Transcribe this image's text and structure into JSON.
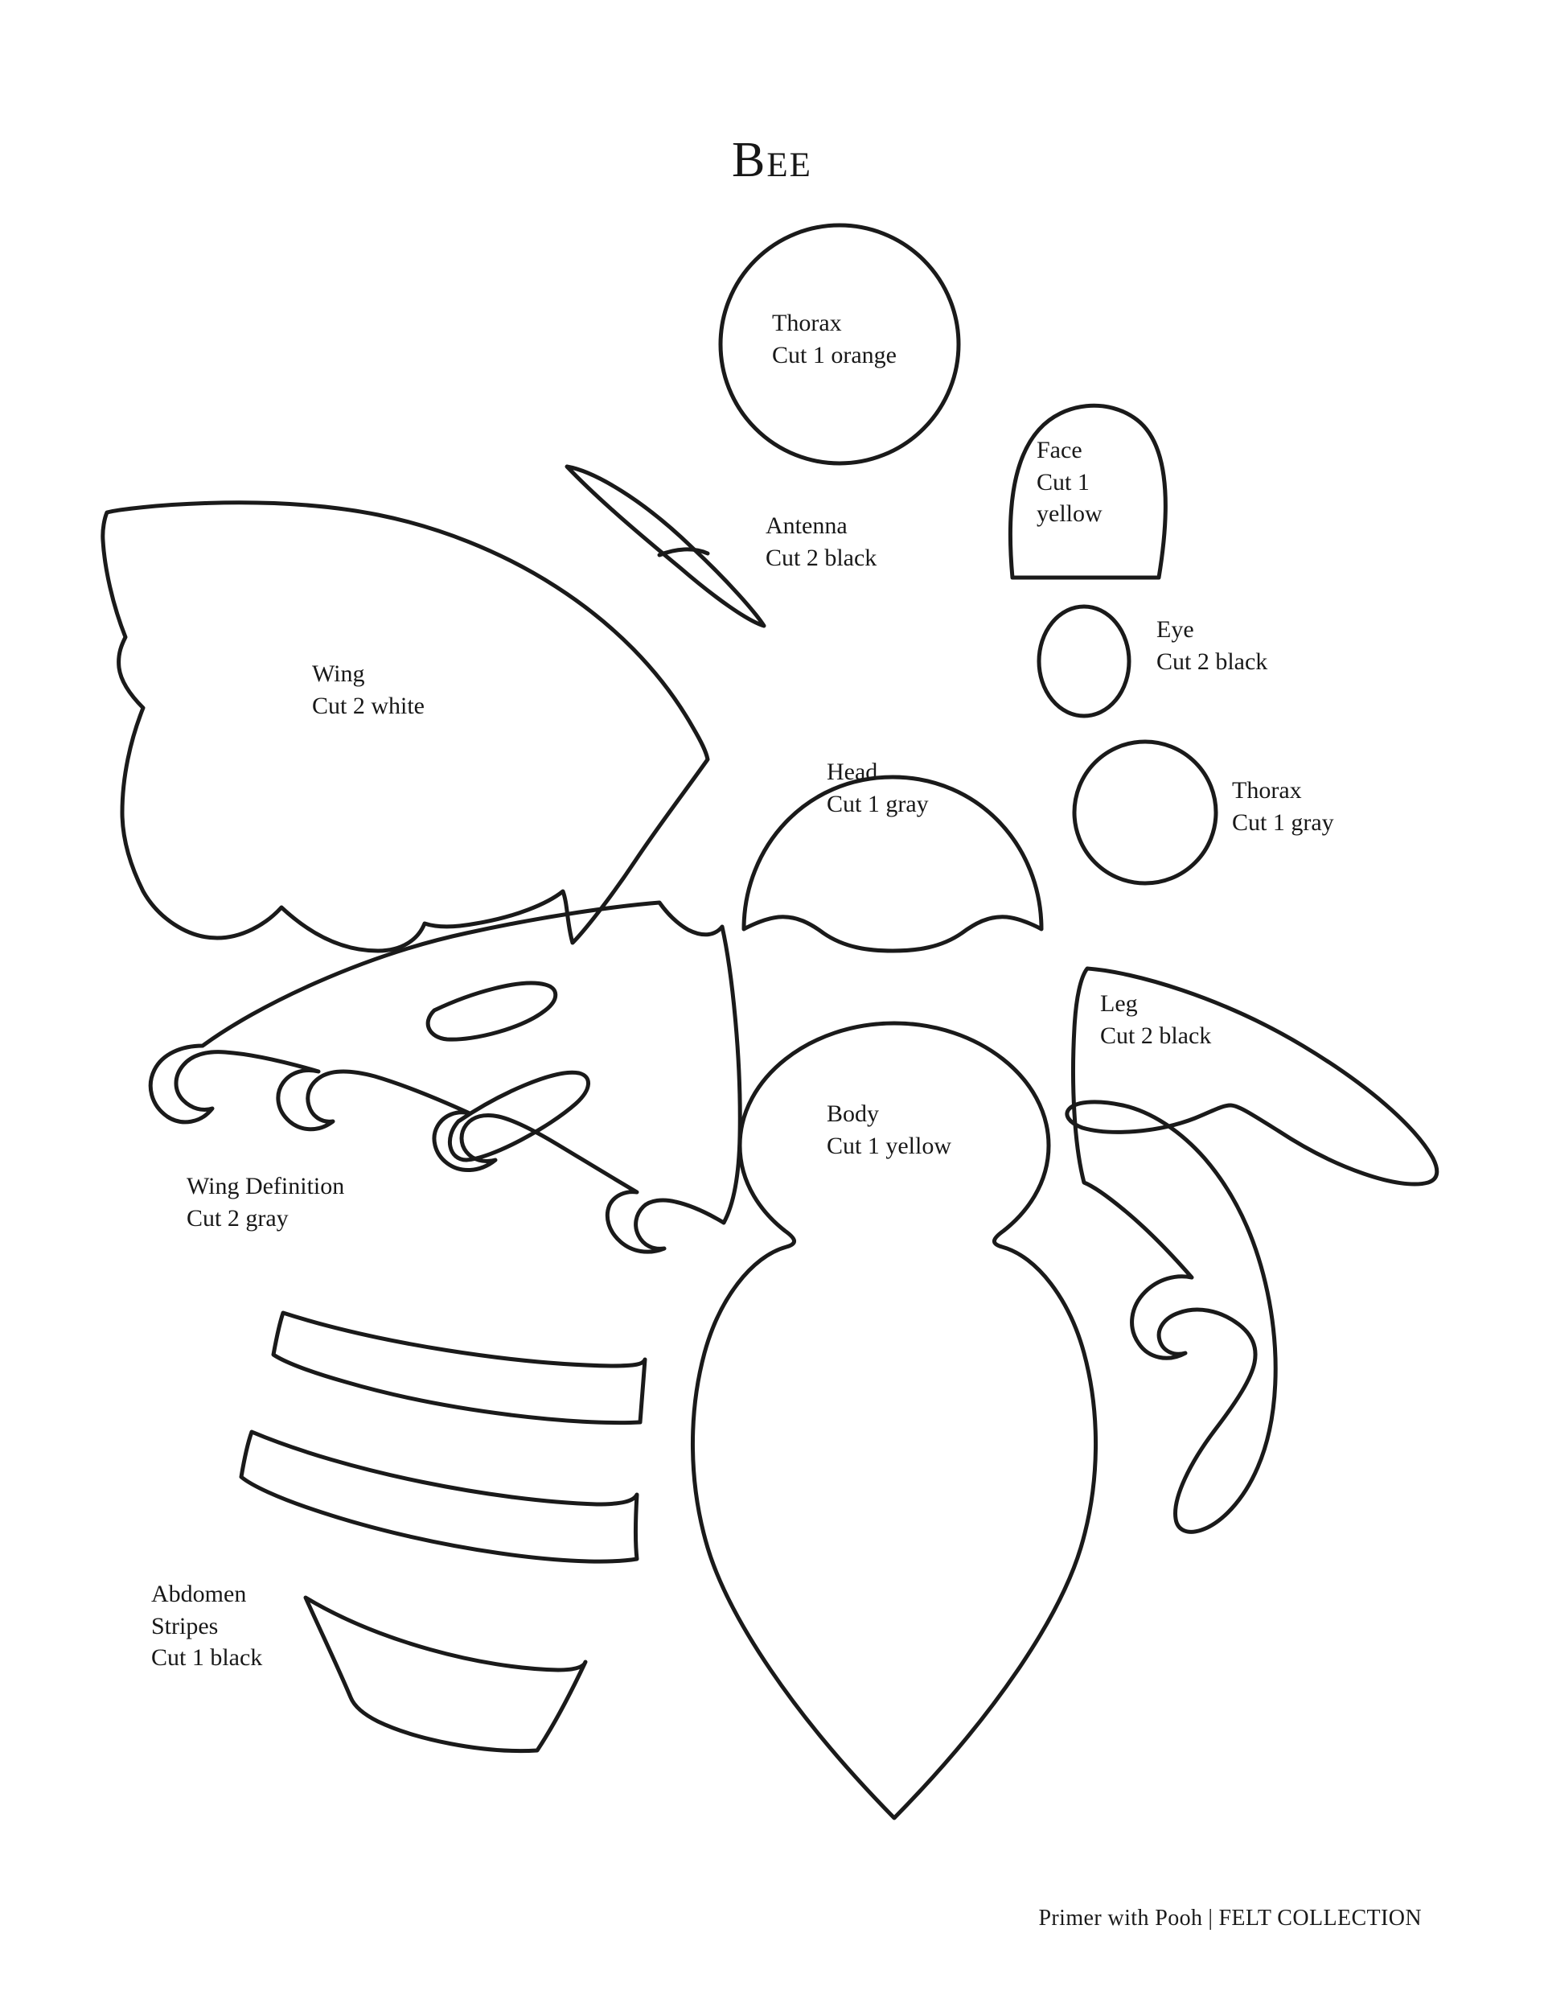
{
  "document": {
    "title": "Bee",
    "type": "felt-pattern-template",
    "background_color": "#ffffff",
    "ink_color": "#1a1a1a"
  },
  "footer": {
    "left": "Primer with Pooh",
    "separator": "|",
    "right": "FELT COLLECTION"
  },
  "pieces": [
    {
      "id": "thorax-orange",
      "name": "Thorax",
      "instruction": "Cut 1 orange",
      "label": "Thorax\nCut 1 orange",
      "quantity": 1,
      "color": "orange",
      "shape": "circle"
    },
    {
      "id": "face",
      "name": "Face",
      "instruction": "Cut 1 yellow",
      "label": "Face\nCut 1\nyellow",
      "quantity": 1,
      "color": "yellow",
      "shape": "dome"
    },
    {
      "id": "antenna",
      "name": "Antenna",
      "instruction": "Cut 2 black",
      "label": "Antenna\nCut 2 black",
      "quantity": 2,
      "color": "black",
      "shape": "curved-sliver"
    },
    {
      "id": "eye",
      "name": "Eye",
      "instruction": "Cut 2 black",
      "label": "Eye\nCut 2 black",
      "quantity": 2,
      "color": "black",
      "shape": "oval"
    },
    {
      "id": "thorax-gray",
      "name": "Thorax",
      "instruction": "Cut 1 gray",
      "label": "Thorax\nCut 1 gray",
      "quantity": 1,
      "color": "gray",
      "shape": "circle"
    },
    {
      "id": "wing",
      "name": "Wing",
      "instruction": "Cut 2 white",
      "label": "Wing\nCut 2 white",
      "quantity": 2,
      "color": "white",
      "shape": "wing"
    },
    {
      "id": "head",
      "name": "Head",
      "instruction": "Cut 1 gray",
      "label": "Head\nCut 1 gray",
      "quantity": 1,
      "color": "gray",
      "shape": "rounded-head"
    },
    {
      "id": "wing-definition",
      "name": "Wing Definition",
      "instruction": "Cut 2 gray",
      "label": "Wing Definition\nCut 2 gray",
      "quantity": 2,
      "color": "gray",
      "shape": "veined-wing"
    },
    {
      "id": "body",
      "name": "Body",
      "instruction": "Cut 1 yellow",
      "label": "Body\nCut 1 yellow",
      "quantity": 1,
      "color": "yellow",
      "shape": "bee-body"
    },
    {
      "id": "leg",
      "name": "Leg",
      "instruction": "Cut 2 black",
      "label": "Leg\nCut 2 black",
      "quantity": 2,
      "color": "black",
      "shape": "bent-leg"
    },
    {
      "id": "abdomen-stripes",
      "name": "Abdomen Stripes",
      "instruction": "Cut 1 black",
      "label": "Abdomen\nStripes\nCut 1 black",
      "quantity": 1,
      "color": "black",
      "shape": "three-bands"
    }
  ]
}
